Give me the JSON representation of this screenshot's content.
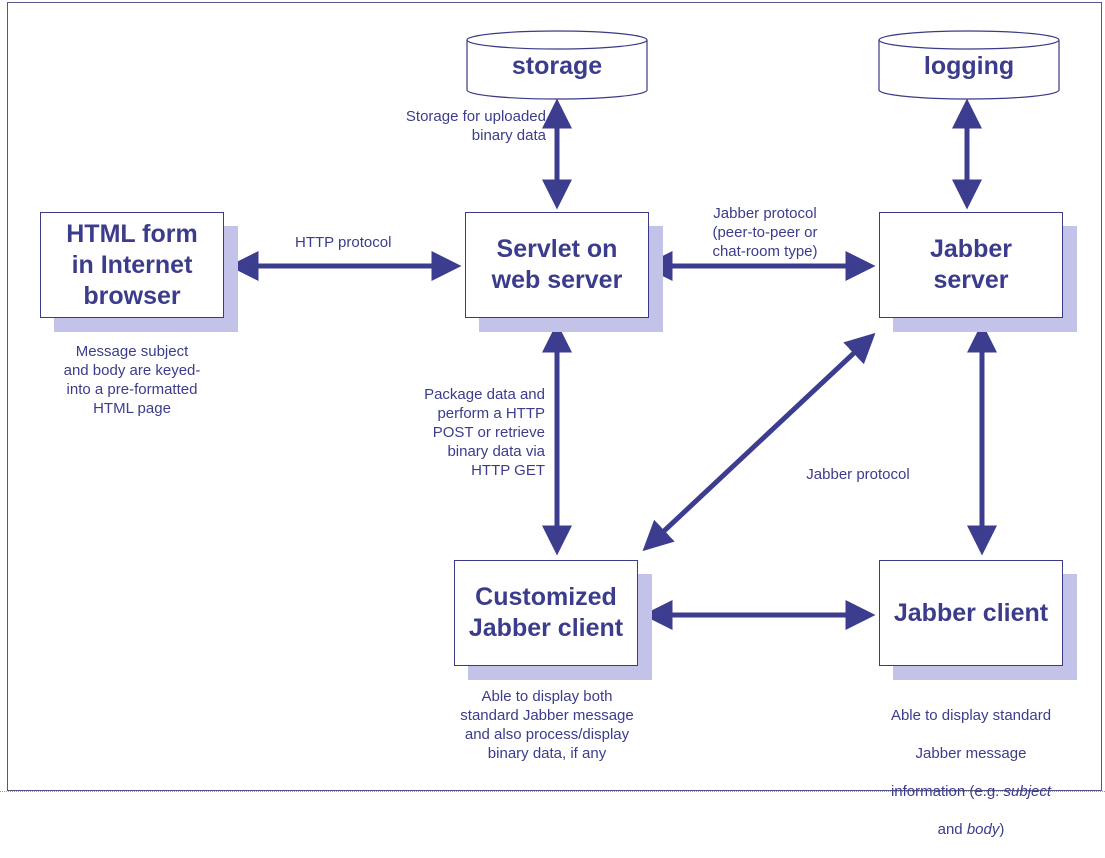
{
  "nodes": {
    "storage": "storage",
    "logging": "logging",
    "html_form": "HTML form\nin Internet\nbrowser",
    "servlet": "Servlet on\nweb server",
    "jabber_server": "Jabber\nserver",
    "custom_client": "Customized\nJabber client",
    "jabber_client": "Jabber client"
  },
  "labels": {
    "storage_note": "Storage for uploaded\nbinary data",
    "http_protocol": "HTTP protocol",
    "jabber_protocol_top": "Jabber protocol\n(peer-to-peer or\nchat-room type)",
    "package_note": "Package data and\nperform a HTTP\nPOST or retrieve\nbinary data via\nHTTP GET",
    "jabber_protocol_mid": "Jabber protocol"
  },
  "notes": {
    "html_form_note": "Message subject\nand body are keyed-\ninto a pre-formatted\nHTML page",
    "custom_client_note": "Able to display both\nstandard Jabber message\nand also process/display\nbinary data, if any",
    "jabber_client_note_l1": "Able to display standard",
    "jabber_client_note_l2": "Jabber message",
    "jabber_client_note_l3": "information (e.g. ",
    "jabber_client_note_subject": "subject",
    "jabber_client_note_and": "and ",
    "jabber_client_note_body": "body",
    "jabber_client_note_end": ")"
  },
  "colors": {
    "text": "#3c3c8c",
    "arrow": "#3d3d8f",
    "shadow": "#c3c3ea",
    "border": "#3a3a88"
  }
}
